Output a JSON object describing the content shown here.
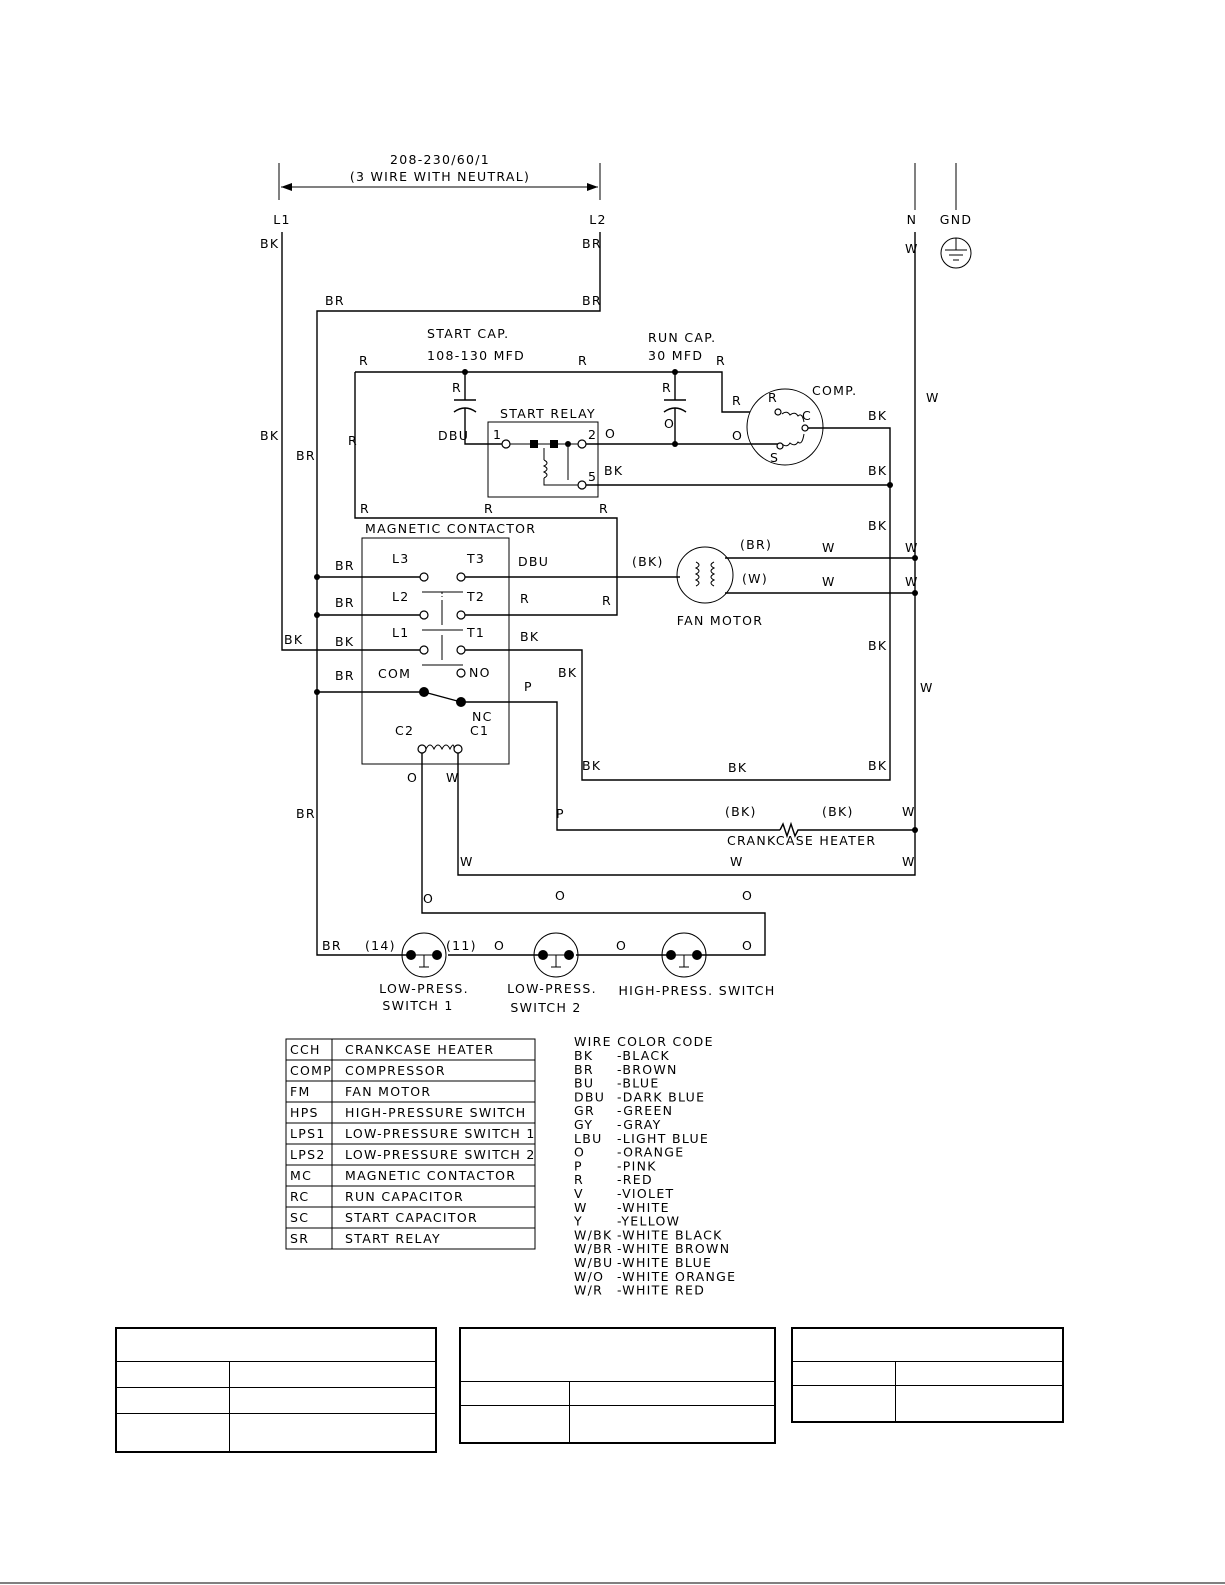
{
  "power": {
    "supply": "208-230/60/1",
    "supply_note": "(3 WIRE WITH NEUTRAL)",
    "l1": "L1",
    "l2": "L2",
    "n": "N",
    "gnd": "GND"
  },
  "components": {
    "start_cap": "START CAP.",
    "start_cap_value": "108-130 MFD",
    "run_cap": "RUN CAP.",
    "run_cap_value": "30 MFD",
    "start_relay": "START RELAY",
    "comp": "COMP.",
    "magnetic_contactor": "MAGNETIC CONTACTOR",
    "fan_motor": "FAN MOTOR",
    "crankcase_heater": "CRANKCASE HEATER",
    "lps1": [
      "LOW-PRESS.",
      "SWITCH 1"
    ],
    "lps2": [
      "LOW-PRESS.",
      "SWITCH 2"
    ],
    "hps": "HIGH-PRESS. SWITCH"
  },
  "terminals": {
    "l3": "L3",
    "t3": "T3",
    "l2": "L2",
    "t2": "T2",
    "l1": "L1",
    "t1": "T1",
    "com": "COM",
    "no": "NO",
    "nc": "NC",
    "c1": "C1",
    "c2": "C2",
    "sr1": "1",
    "sr2": "2",
    "sr5": "5",
    "comp_r": "R",
    "comp_c": "C",
    "comp_s": "S",
    "p14": "(14)",
    "p11": "(11)"
  },
  "wire_labels": {
    "bk": "BK",
    "br": "BR",
    "r": "R",
    "o": "O",
    "w": "W",
    "p": "P",
    "dbu": "DBU",
    "pbk": "(BK)",
    "pbr": "(BR)",
    "pw": "(W)"
  },
  "legend": [
    {
      "code": "CCH",
      "desc": "CRANKCASE HEATER"
    },
    {
      "code": "COMP",
      "desc": "COMPRESSOR"
    },
    {
      "code": "FM",
      "desc": "FAN MOTOR"
    },
    {
      "code": "HPS",
      "desc": "HIGH-PRESSURE SWITCH"
    },
    {
      "code": "LPS1",
      "desc": "LOW-PRESSURE SWITCH 1"
    },
    {
      "code": "LPS2",
      "desc": "LOW-PRESSURE SWITCH 2"
    },
    {
      "code": "MC",
      "desc": "MAGNETIC CONTACTOR"
    },
    {
      "code": "RC",
      "desc": "RUN CAPACITOR"
    },
    {
      "code": "SC",
      "desc": "START CAPACITOR"
    },
    {
      "code": "SR",
      "desc": "START RELAY"
    }
  ],
  "color_code": {
    "title": "WIRE COLOR CODE",
    "items": [
      {
        "code": "BK",
        "name": "-BLACK"
      },
      {
        "code": "BR",
        "name": "-BROWN"
      },
      {
        "code": "BU",
        "name": "-BLUE"
      },
      {
        "code": "DBU",
        "name": "-DARK BLUE"
      },
      {
        "code": "GR",
        "name": "-GREEN"
      },
      {
        "code": "GY",
        "name": "-GRAY"
      },
      {
        "code": "LBU",
        "name": "-LIGHT BLUE"
      },
      {
        "code": "O",
        "name": "-ORANGE"
      },
      {
        "code": "P",
        "name": "-PINK"
      },
      {
        "code": "R",
        "name": "-RED"
      },
      {
        "code": "V",
        "name": "-VIOLET"
      },
      {
        "code": "W",
        "name": "-WHITE"
      },
      {
        "code": "Y",
        "name": "-YELLOW"
      },
      {
        "code": "W/BK",
        "name": "-WHITE BLACK"
      },
      {
        "code": "W/BR",
        "name": "-WHITE BROWN"
      },
      {
        "code": "W/BU",
        "name": "-WHITE BLUE"
      },
      {
        "code": "W/O",
        "name": "-WHITE ORANGE"
      },
      {
        "code": "W/R",
        "name": "-WHITE RED"
      }
    ]
  }
}
